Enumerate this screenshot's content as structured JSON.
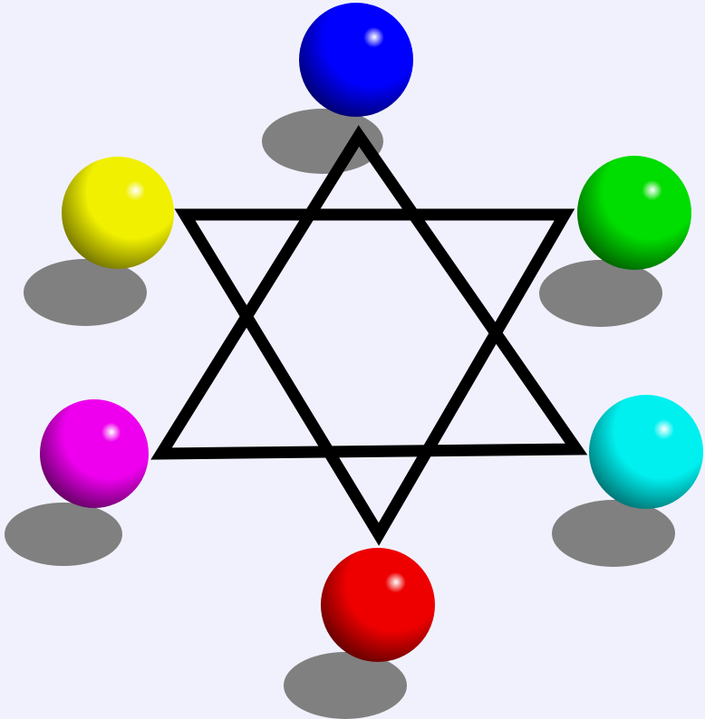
{
  "background_color": "#f1f1fd",
  "star": {
    "stroke_color": "#000000",
    "shape": "hexagram"
  },
  "spheres": [
    {
      "name": "blue-sphere",
      "color": "#0000ff",
      "dark": "#000060",
      "position": "top"
    },
    {
      "name": "green-sphere",
      "color": "#00dd00",
      "dark": "#005500",
      "position": "upper-right"
    },
    {
      "name": "cyan-sphere",
      "color": "#00f0f0",
      "dark": "#006666",
      "position": "lower-right"
    },
    {
      "name": "red-sphere",
      "color": "#ee0000",
      "dark": "#550000",
      "position": "bottom"
    },
    {
      "name": "magenta-sphere",
      "color": "#ee00ee",
      "dark": "#550055",
      "position": "lower-left"
    },
    {
      "name": "yellow-sphere",
      "color": "#f0f000",
      "dark": "#666600",
      "position": "upper-left"
    }
  ],
  "shadow_color": "#808080"
}
